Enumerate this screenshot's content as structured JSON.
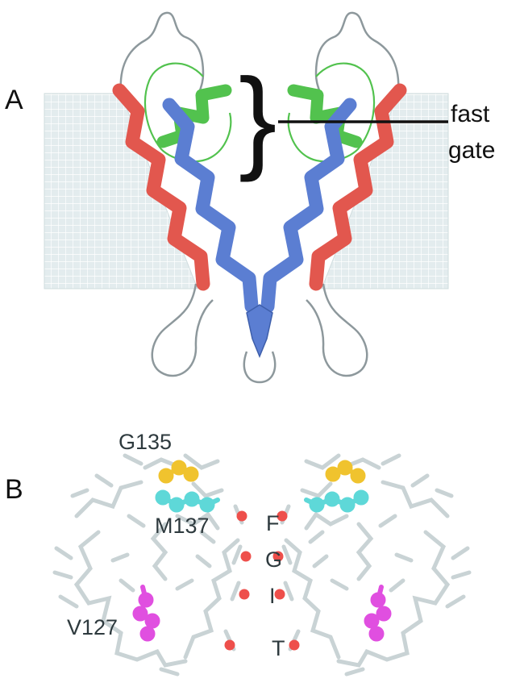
{
  "colors": {
    "background": "#ffffff",
    "membrane": "#e3ecee",
    "membrane_grid": "#ffffff",
    "loop_gray": "#8d989c",
    "helix_red": "#e2574e",
    "helix_blue": "#5b7ed2",
    "helix_green": "#52c24e",
    "annotation_black": "#111111",
    "stick_gray": "#c9d3d5",
    "residue_yellow": "#f0c32e",
    "residue_cyan": "#5ed8d8",
    "residue_magenta": "#e04fe0",
    "oxygen_red": "#ee4f4b",
    "label_dark": "#2e3a3e"
  },
  "panelA": {
    "label": "A",
    "brace_glyph": "}",
    "annotation": {
      "line1": "fast",
      "line2": "gate"
    }
  },
  "panelB": {
    "label": "B",
    "residue_labels": {
      "g135": "G135",
      "m137": "M137",
      "v127": "V127"
    },
    "pore_residues": {
      "f": "F",
      "g": "G",
      "i": "I",
      "t": "T"
    }
  }
}
